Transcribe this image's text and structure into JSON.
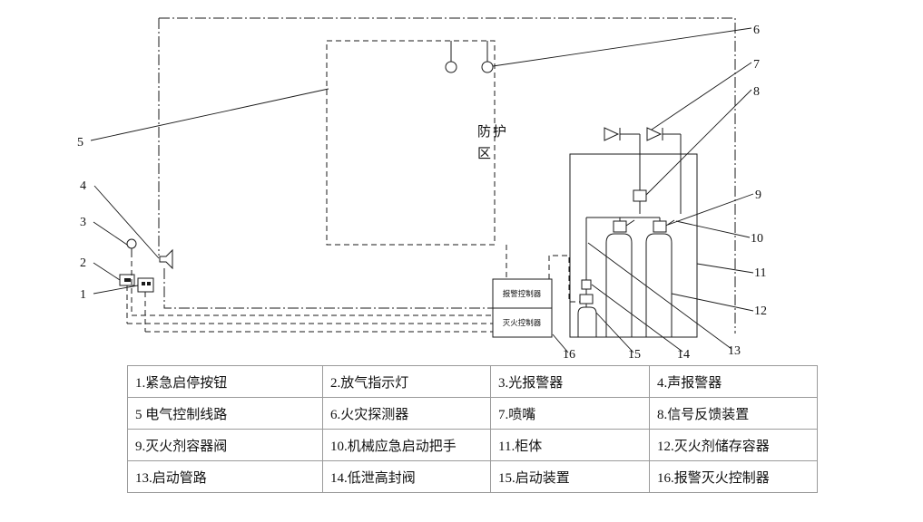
{
  "diagram": {
    "zone_line1": "防护",
    "zone_line2": "区",
    "controller_top": "报警控制器",
    "controller_bottom": "灭火控制器",
    "callouts": {
      "c1": "1",
      "c2": "2",
      "c3": "3",
      "c4": "4",
      "c5": "5",
      "c6": "6",
      "c7": "7",
      "c8": "8",
      "c9": "9",
      "c10": "10",
      "c11": "11",
      "c12": "12",
      "c13": "13",
      "c14": "14",
      "c15": "15",
      "c16": "16"
    },
    "line_color": "#1a1a1a"
  },
  "legend": {
    "rows": [
      [
        "1.紧急启停按钮",
        "2.放气指示灯",
        "3.光报警器",
        "4.声报警器"
      ],
      [
        "5 电气控制线路",
        "6.火灾探测器",
        "7.喷嘴",
        "8.信号反馈装置"
      ],
      [
        "9.灭火剂容器阀",
        "10.机械应急启动把手",
        "11.柜体",
        "12.灭火剂储存容器"
      ],
      [
        "13.启动管路",
        "14.低泄高封阀",
        "15.启动装置",
        "16.报警灭火控制器"
      ]
    ]
  }
}
